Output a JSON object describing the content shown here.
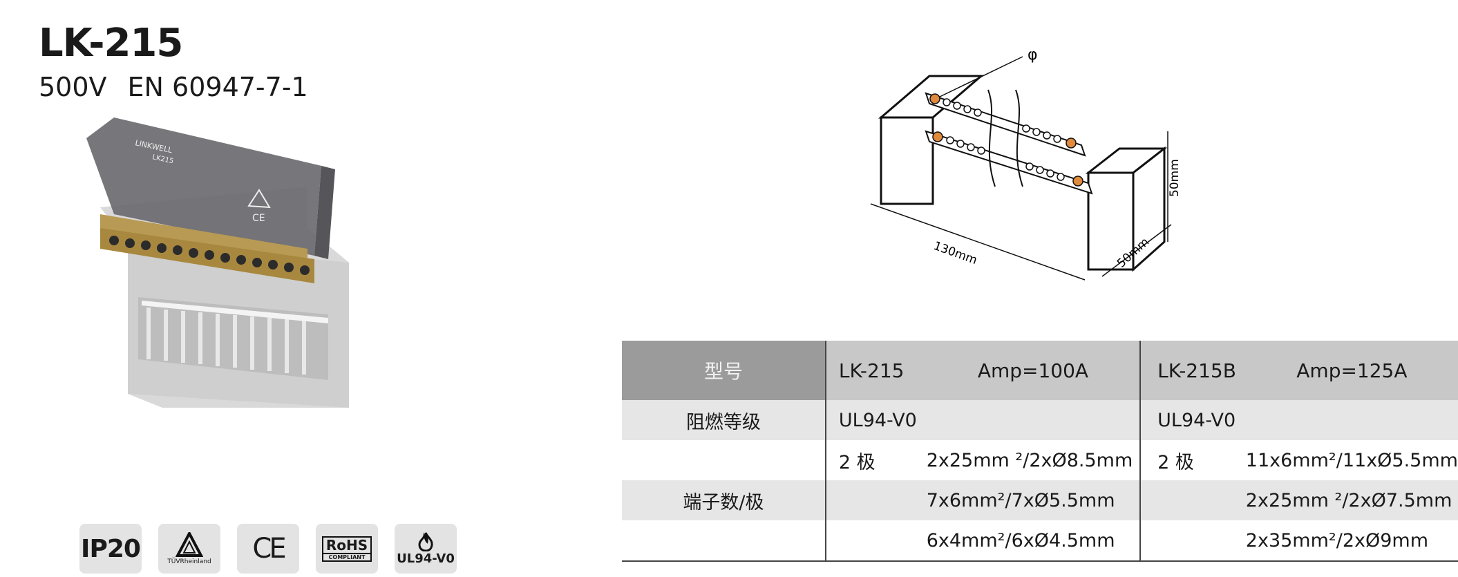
{
  "header": {
    "title": "LK-215",
    "voltage": "500V",
    "standard": "EN 60947-7-1"
  },
  "product_image": {
    "brand": "LINKWELL",
    "model_print": "LK215",
    "body_color": "#6b6b70",
    "base_color": "#dcdcdc",
    "brass_color": "#b99a55"
  },
  "diagram": {
    "phi_symbol": "φ",
    "dim_length": "130mm",
    "dim_height": "50mm",
    "dim_depth": "50mm",
    "accent_color": "#e28a3c"
  },
  "badges": [
    {
      "icon": "ip20-icon",
      "text": "IP20"
    },
    {
      "icon": "tuv-icon",
      "text": "TÜVRheinland"
    },
    {
      "icon": "ce-icon",
      "text": "CE"
    },
    {
      "icon": "rohs-icon",
      "text": "RoHS",
      "sub": "COMPLIANT"
    },
    {
      "icon": "flame-icon",
      "text": "UL94-V0"
    }
  ],
  "table": {
    "header": {
      "label": "型号",
      "model1": "LK-215",
      "amp1": "Amp=100A",
      "model2": "LK-215B",
      "amp2": "Amp=125A"
    },
    "flame_row": {
      "label": "阻燃等级",
      "val1": "UL94-V0",
      "val2": "UL94-V0"
    },
    "terminal_label": "端子数/极",
    "terminal_rows": [
      {
        "poles1": "2 极",
        "spec1": "2x25mm ²/2xØ8.5mm",
        "poles2": "2 极",
        "spec2": "11x6mm²/11xØ5.5mm"
      },
      {
        "poles1": "",
        "spec1": "7x6mm²/7xØ5.5mm",
        "poles2": "",
        "spec2": "2x25mm ²/2xØ7.5mm"
      },
      {
        "poles1": "",
        "spec1": "6x4mm²/6xØ4.5mm",
        "poles2": "",
        "spec2": "2x35mm²/2xØ9mm"
      }
    ]
  }
}
